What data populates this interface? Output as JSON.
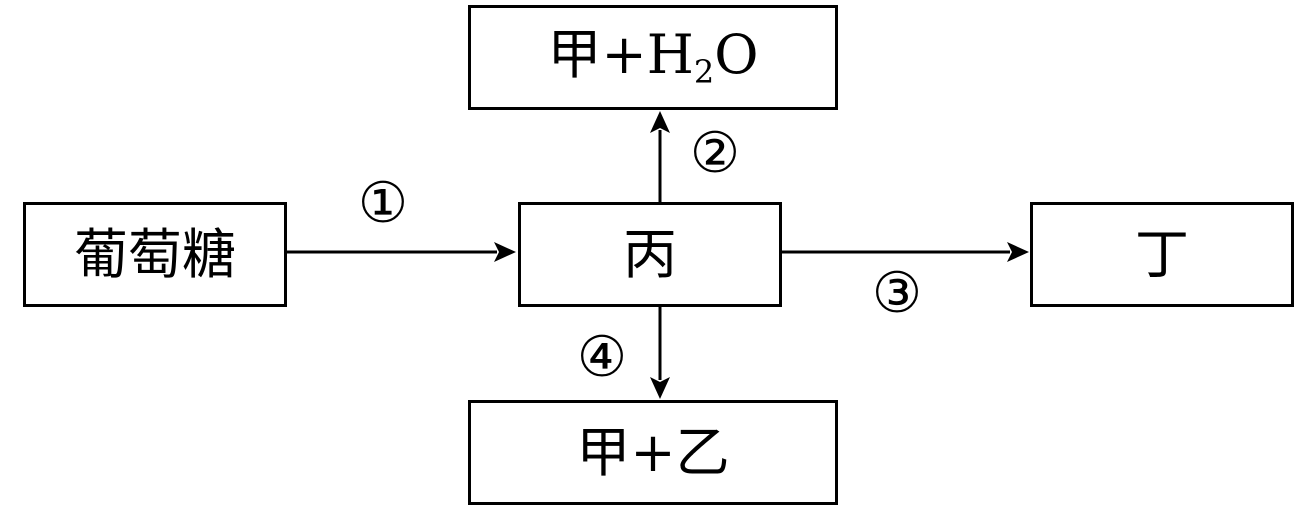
{
  "nodes": {
    "glucose": "葡萄糖",
    "bing": "丙",
    "ding": "丁",
    "top_main": "甲+H",
    "top_sub": "2",
    "top_tail": "O",
    "bottom": "甲+乙"
  },
  "steps": {
    "s1": "①",
    "s2": "②",
    "s3": "③",
    "s4": "④"
  }
}
